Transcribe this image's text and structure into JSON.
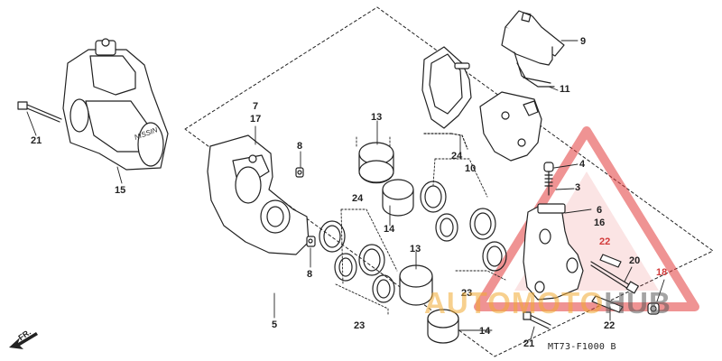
{
  "diagram": {
    "part_labels": {
      "p1": "4",
      "p2": "3",
      "p3": "5",
      "p4": "6",
      "p5": "7",
      "p6": "8",
      "p7": "8",
      "p8": "9",
      "p9": "10",
      "p10": "11",
      "p11": "13",
      "p12": "13",
      "p13": "14",
      "p14": "14",
      "p15": "15",
      "p16": "16",
      "p17": "17",
      "p18": "18",
      "p19": "20",
      "p20": "21",
      "p21": "21",
      "p22": "22",
      "p23": "22",
      "p24": "23",
      "p25": "23",
      "p26": "24",
      "p27": "24"
    },
    "part_code": "MT73-F1000 B",
    "direction_label": "FR.",
    "colors": {
      "line": "#222222",
      "callout_red": "#d23a3a",
      "watermark_orange": "#f0aa32",
      "watermark_red": "#e23b3b"
    }
  },
  "watermark": {
    "part1": "AUTOMOTO",
    "part2": "HUB"
  }
}
